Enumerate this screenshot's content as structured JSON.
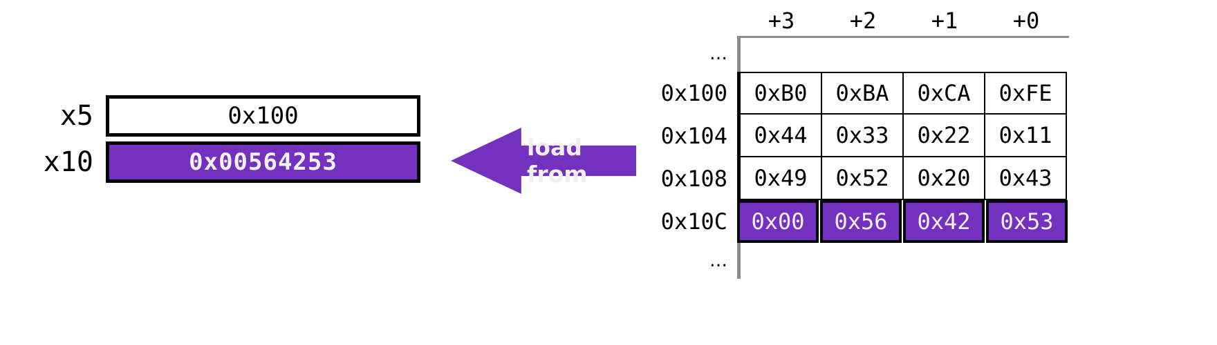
{
  "registers": {
    "rows": [
      {
        "name": "x5",
        "value": "0x100",
        "highlighted": false
      },
      {
        "name": "x10",
        "value": "0x00564253",
        "highlighted": true
      }
    ]
  },
  "arrow": {
    "label": "load from",
    "direction": "left",
    "color": "#7431c0",
    "text_color": "#f0f0f0"
  },
  "memory": {
    "column_headers": [
      "+3",
      "+2",
      "+1",
      "+0"
    ],
    "ellipsis_top": "…",
    "ellipsis_bottom": "…",
    "rows": [
      {
        "address": "0x100",
        "bytes": [
          "0xB0",
          "0xBA",
          "0xCA",
          "0xFE"
        ],
        "highlighted": false
      },
      {
        "address": "0x104",
        "bytes": [
          "0x44",
          "0x33",
          "0x22",
          "0x11"
        ],
        "highlighted": false
      },
      {
        "address": "0x108",
        "bytes": [
          "0x49",
          "0x52",
          "0x20",
          "0x43"
        ],
        "highlighted": false
      },
      {
        "address": "0x10C",
        "bytes": [
          "0x00",
          "0x56",
          "0x42",
          "0x53"
        ],
        "highlighted": true
      }
    ]
  },
  "colors": {
    "accent_purple": "#7431c0",
    "highlight_text": "#f2f2f2",
    "border_black": "#000000",
    "rule_gray": "#8c8c8c"
  }
}
